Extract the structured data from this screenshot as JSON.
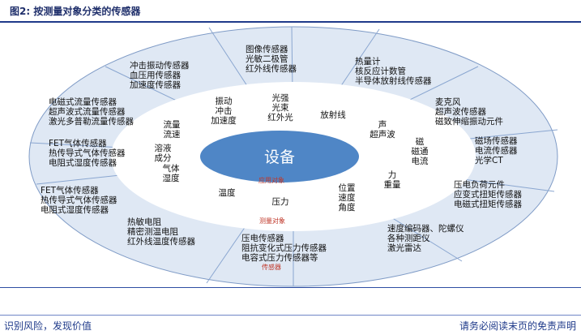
{
  "figure": {
    "title": "图2:  按测量对象分类的传感器"
  },
  "footer": {
    "left": "识别风险，发现价值",
    "right": "请务必阅读末页的免责声明"
  },
  "center": {
    "label": "设备"
  },
  "labels": {
    "app_object": "应用对象",
    "measured_object": "测量对象",
    "sensor": "传感器"
  },
  "inner": [
    [
      "振动",
      "冲击",
      "加速度"
    ],
    [
      "光强",
      "光束",
      "红外光"
    ],
    [
      "放射线"
    ],
    [
      "声",
      "超声波"
    ],
    [
      "磁",
      "磁通",
      "电流"
    ],
    [
      "力",
      "重量"
    ],
    [
      "位置",
      "速度",
      "角度"
    ],
    [
      "压力"
    ],
    [
      "温度"
    ],
    [
      "气体",
      "湿度"
    ],
    [
      "溶液",
      "成分"
    ],
    [
      "流量",
      "流速"
    ]
  ],
  "outer": [
    [
      "冲击振动传感器",
      "血压用传感器",
      "加速度传感器"
    ],
    [
      "图像传感器",
      "光敏二极管",
      "红外线传感器"
    ],
    [
      "热量计",
      "核反应计数管",
      "半导体放射线传感器"
    ],
    [
      "麦克风",
      "超声波传感器",
      "磁致伸缩振动元件"
    ],
    [
      "磁场传感器",
      "电流传感器",
      "光学CT"
    ],
    [
      "压电负荷元件",
      "应变式扭矩传感器",
      "电磁式扭矩传感器"
    ],
    [
      "速度编码器、陀螺仪",
      "各种测距仪",
      "激光雷达"
    ],
    [
      "压电传感器",
      "阻抗变化式压力传感器",
      "电容式压力传感器等"
    ],
    [
      "热敏电阻",
      "精密测温电阻",
      "红外线温度传感器"
    ],
    [
      "FET气体传感器",
      "热传导式气体传感器",
      "电阻式湿度传感器"
    ],
    [
      "FET气体传感器",
      "热传导式气体传感器",
      "电阻式湿度传感器"
    ],
    [
      "电磁式流量传感器",
      "超声波式流量传感器",
      "激光多普勒流量传感器"
    ]
  ]
}
